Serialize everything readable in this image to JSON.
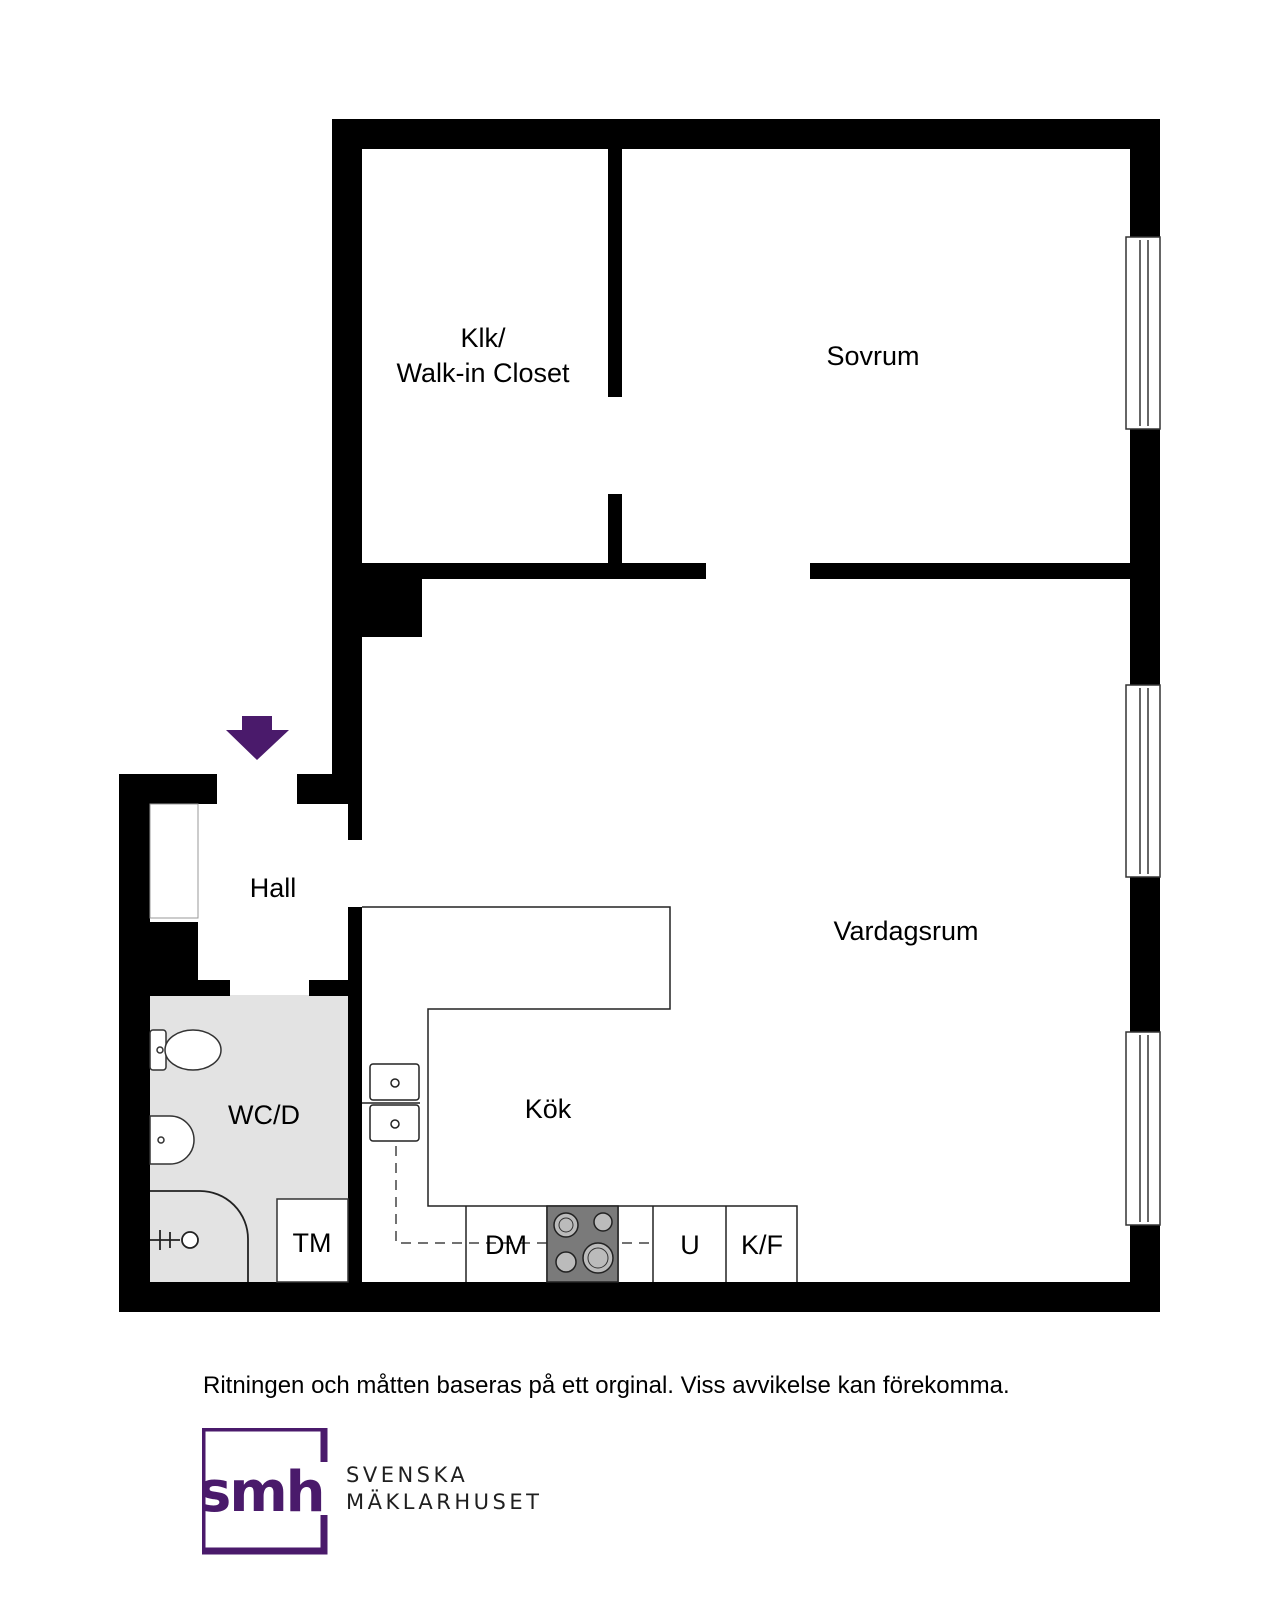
{
  "rooms": {
    "closet_line1": "Klk/",
    "closet_line2": "Walk-in Closet",
    "bedroom": "Sovrum",
    "hall": "Hall",
    "living": "Vardagsrum",
    "bath": "WC/D",
    "kitchen": "Kök"
  },
  "fixtures": {
    "washer": "TM",
    "dishwasher": "DM",
    "oven": "U",
    "fridge": "K/F"
  },
  "disclaimer": "Ritningen och måtten baseras på ett orginal. Viss avvikelse kan förekomma.",
  "logo": {
    "mark": "smh",
    "line1": "SVENSKA",
    "line2": "MÄKLARHUSET",
    "color": "#4a1a6b"
  },
  "colors": {
    "wall": "#000000",
    "bath_floor": "#e3e3e3",
    "entrance_arrow": "#4a1a6b",
    "stove": "#7a7a7a"
  }
}
